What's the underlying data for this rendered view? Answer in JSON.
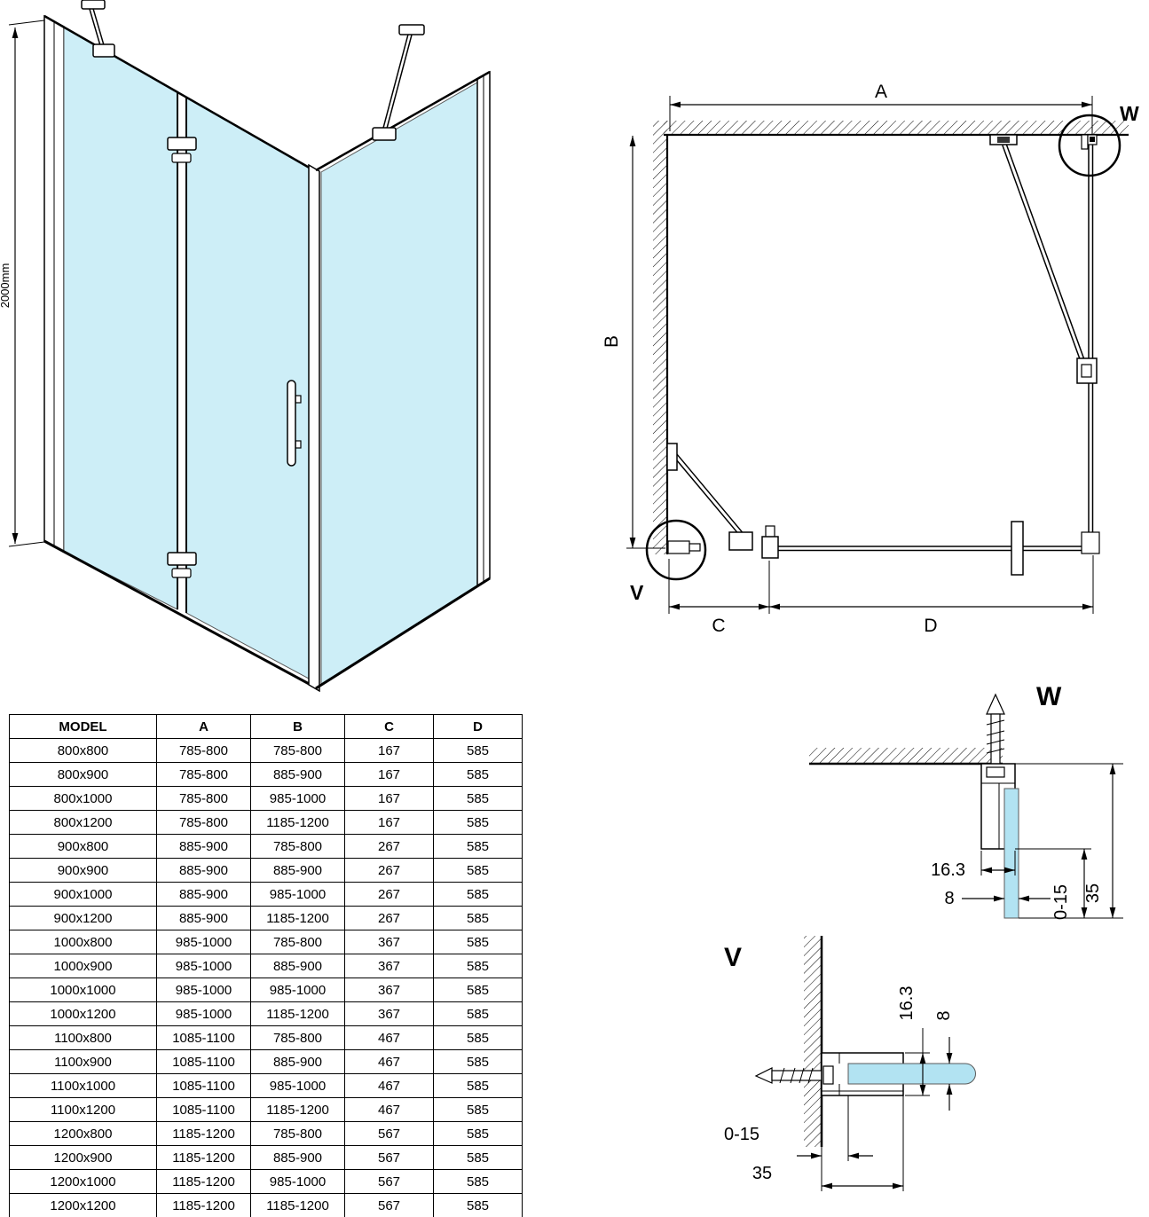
{
  "colors": {
    "glass": "#cdeef7",
    "glass_detail": "#b2e3f2",
    "line": "#000000"
  },
  "iso": {
    "height_label": "2000mm"
  },
  "plan": {
    "dim_a": "A",
    "dim_b": "B",
    "dim_c": "C",
    "dim_d": "D",
    "detail_w": "W",
    "detail_v": "V"
  },
  "detail_w": {
    "title": "W",
    "profile_width": "16.3",
    "glass_thickness": "8",
    "adjustment": "0-15",
    "depth": "35"
  },
  "detail_v": {
    "title": "V",
    "profile_width": "16.3",
    "glass_thickness": "8",
    "adjustment": "0-15",
    "depth": "35"
  },
  "table": {
    "headers": [
      "MODEL",
      "A",
      "B",
      "C",
      "D"
    ],
    "rows": [
      [
        "800x800",
        "785-800",
        "785-800",
        "167",
        "585"
      ],
      [
        "800x900",
        "785-800",
        "885-900",
        "167",
        "585"
      ],
      [
        "800x1000",
        "785-800",
        "985-1000",
        "167",
        "585"
      ],
      [
        "800x1200",
        "785-800",
        "1185-1200",
        "167",
        "585"
      ],
      [
        "900x800",
        "885-900",
        "785-800",
        "267",
        "585"
      ],
      [
        "900x900",
        "885-900",
        "885-900",
        "267",
        "585"
      ],
      [
        "900x1000",
        "885-900",
        "985-1000",
        "267",
        "585"
      ],
      [
        "900x1200",
        "885-900",
        "1185-1200",
        "267",
        "585"
      ],
      [
        "1000x800",
        "985-1000",
        "785-800",
        "367",
        "585"
      ],
      [
        "1000x900",
        "985-1000",
        "885-900",
        "367",
        "585"
      ],
      [
        "1000x1000",
        "985-1000",
        "985-1000",
        "367",
        "585"
      ],
      [
        "1000x1200",
        "985-1000",
        "1185-1200",
        "367",
        "585"
      ],
      [
        "1100x800",
        "1085-1100",
        "785-800",
        "467",
        "585"
      ],
      [
        "1100x900",
        "1085-1100",
        "885-900",
        "467",
        "585"
      ],
      [
        "1100x1000",
        "1085-1100",
        "985-1000",
        "467",
        "585"
      ],
      [
        "1100x1200",
        "1085-1100",
        "1185-1200",
        "467",
        "585"
      ],
      [
        "1200x800",
        "1185-1200",
        "785-800",
        "567",
        "585"
      ],
      [
        "1200x900",
        "1185-1200",
        "885-900",
        "567",
        "585"
      ],
      [
        "1200x1000",
        "1185-1200",
        "985-1000",
        "567",
        "585"
      ],
      [
        "1200x1200",
        "1185-1200",
        "1185-1200",
        "567",
        "585"
      ]
    ]
  }
}
